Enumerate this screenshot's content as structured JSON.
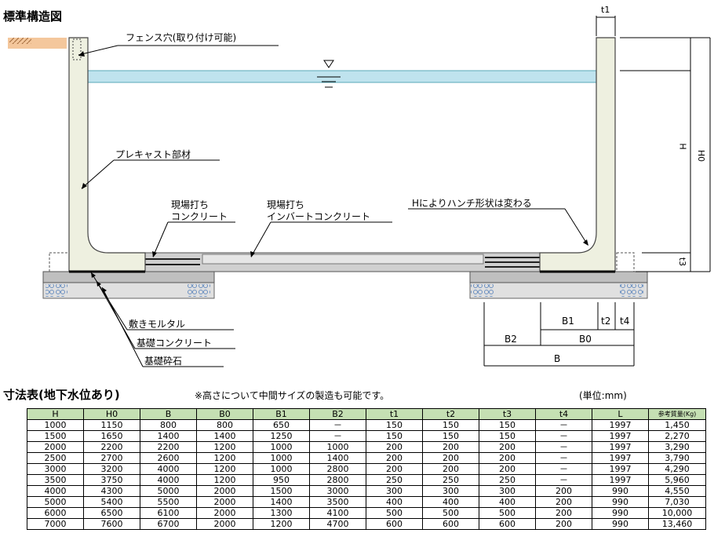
{
  "diagram": {
    "title": "標準構造図",
    "labels": {
      "fence_hole": "フェンス穴(取り付け可能)",
      "precast": "プレキャスト部材",
      "cast_concrete_1": "現場打ち",
      "cast_concrete_2": "コンクリート",
      "invert_1": "現場打ち",
      "invert_2": "インバートコンクリート",
      "haunch": "Hによりハンチ形状は変わる",
      "mortar": "敷きモルタル",
      "base_concrete": "基礎コンクリート",
      "base_gravel": "基礎砕石"
    },
    "dims": {
      "t1": "t1",
      "H": "H",
      "H0": "H0",
      "t3": "t3",
      "B1": "B1",
      "t2": "t2",
      "t4": "t4",
      "B2": "B2",
      "B0": "B0",
      "B": "B"
    }
  },
  "table_section": {
    "title": "寸法表(地下水位あり)",
    "note": "※高さについて中間サイズの製造も可能です。",
    "unit": "(単位:mm)",
    "headers": [
      "H",
      "H0",
      "B",
      "B0",
      "B1",
      "B2",
      "t1",
      "t2",
      "t3",
      "t4",
      "L",
      "参考質量(Kg)"
    ],
    "rows": [
      [
        "1000",
        "1150",
        "800",
        "800",
        "650",
        "－",
        "150",
        "150",
        "150",
        "－",
        "1997",
        "1,450"
      ],
      [
        "1500",
        "1650",
        "1400",
        "1400",
        "1250",
        "－",
        "150",
        "150",
        "150",
        "－",
        "1997",
        "2,270"
      ],
      [
        "2000",
        "2200",
        "2200",
        "1200",
        "1000",
        "1000",
        "200",
        "200",
        "200",
        "－",
        "1997",
        "3,290"
      ],
      [
        "2500",
        "2700",
        "2600",
        "1200",
        "1000",
        "1400",
        "200",
        "200",
        "200",
        "－",
        "1997",
        "3,790"
      ],
      [
        "3000",
        "3200",
        "4000",
        "1200",
        "1000",
        "2800",
        "200",
        "200",
        "200",
        "－",
        "1997",
        "4,290"
      ],
      [
        "3500",
        "3750",
        "4000",
        "1200",
        "950",
        "2800",
        "250",
        "250",
        "250",
        "－",
        "1997",
        "5,960"
      ],
      [
        "4000",
        "4300",
        "5000",
        "2000",
        "1500",
        "3000",
        "300",
        "300",
        "300",
        "200",
        "990",
        "4,550"
      ],
      [
        "5000",
        "5400",
        "5500",
        "2000",
        "1400",
        "3500",
        "400",
        "400",
        "400",
        "200",
        "990",
        "7,030"
      ],
      [
        "6000",
        "6500",
        "6100",
        "2000",
        "1300",
        "4100",
        "500",
        "500",
        "500",
        "200",
        "990",
        "10,000"
      ],
      [
        "7000",
        "7600",
        "6700",
        "2000",
        "1200",
        "4700",
        "600",
        "600",
        "600",
        "200",
        "990",
        "13,460"
      ]
    ]
  }
}
